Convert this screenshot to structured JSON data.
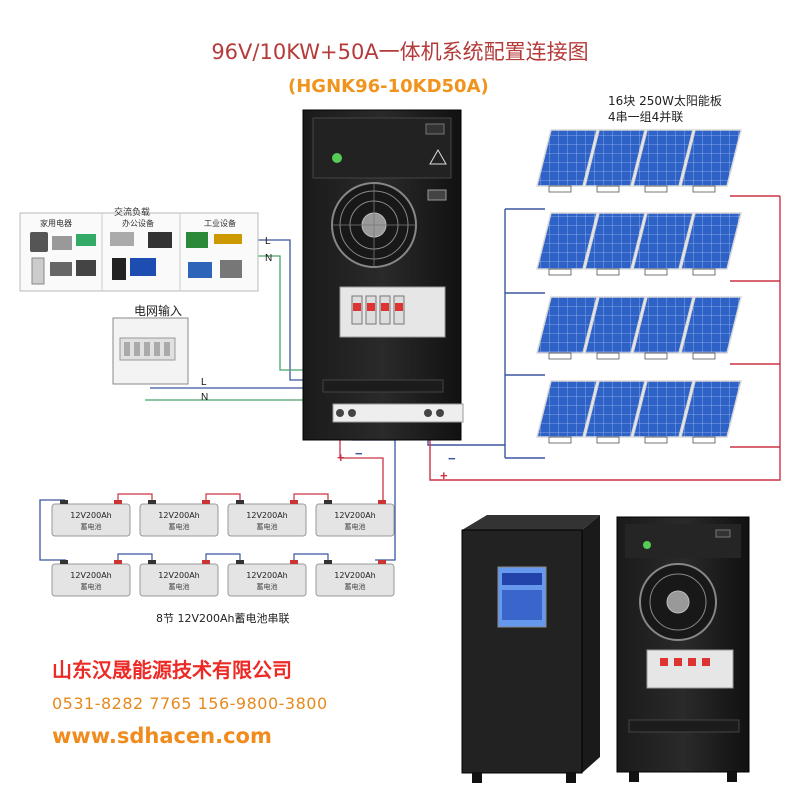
{
  "title": "96V/10KW+50A一体机系统配置连接图",
  "model": "(HGNK96-10KD50A)",
  "solar_caption": {
    "line1": "16块  250W太阳能板",
    "line2": "4串一组4并联"
  },
  "ac_load": {
    "title": "交流负载",
    "categories": [
      "家用电器",
      "办公设备",
      "工业设备"
    ]
  },
  "grid_input": "电网输入",
  "wire_labels": {
    "live": "L",
    "neutral": "N"
  },
  "polarity": {
    "plus": "+",
    "minus": "−"
  },
  "battery": {
    "label": "12V200Ah",
    "sublabel": "蓄电池",
    "count": 8,
    "caption": "8节 12V200Ah蓄电池串联"
  },
  "solar_grid": {
    "rows": 4,
    "cols": 4
  },
  "company": "山东汉晟能源技术有限公司",
  "phones": "0531-8282 7765  156-9800-3800",
  "website": "www.sdhacen.com",
  "colors": {
    "title": "#b53a3a",
    "model": "#f0941e",
    "company": "#ec2a26",
    "wire_red": "#cc3344",
    "wire_blue": "#3a56a0",
    "wire_green": "#4aa56a",
    "panel_blue": "#2f62c6"
  }
}
